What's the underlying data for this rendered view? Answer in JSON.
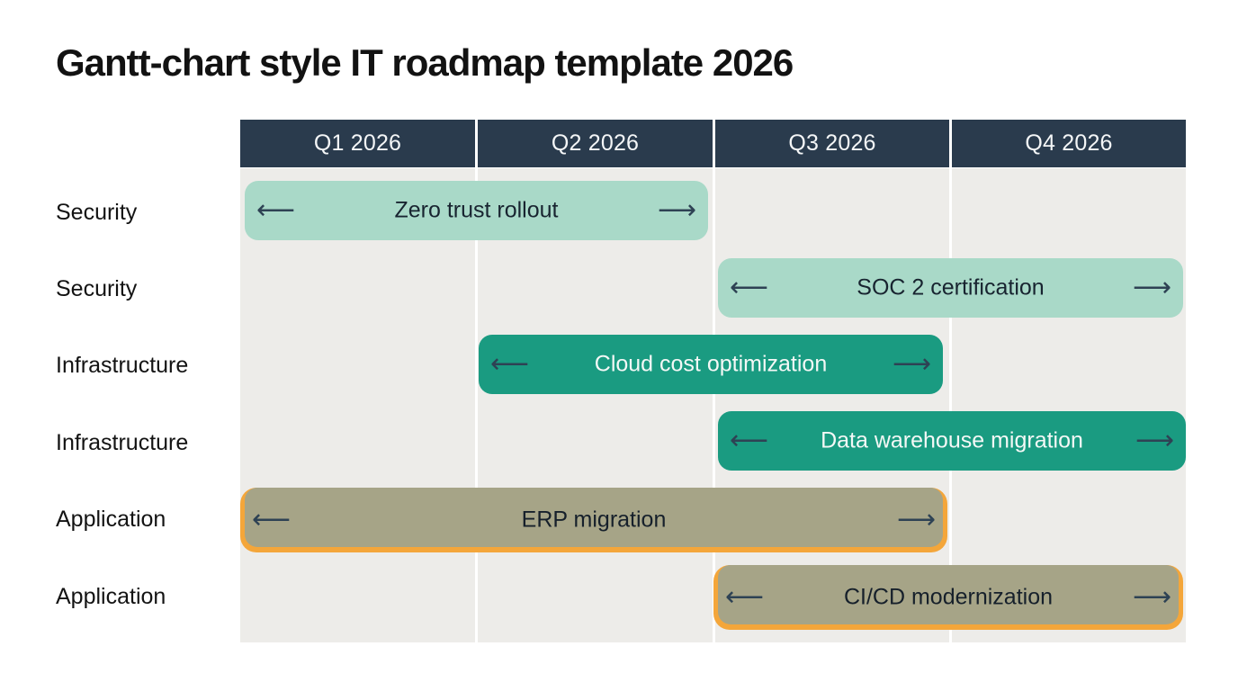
{
  "title": "Gantt-chart style IT roadmap template 2026",
  "icons": {
    "left_arrow": "⟵",
    "right_arrow": "⟶"
  },
  "colors": {
    "header_navy": "#2A3B4D",
    "mint_bar": "#A9D9C8",
    "teal_bar": "#1A9B81",
    "olive_bar": "#A6A487",
    "orange_outline": "#F4A63A",
    "column_background": "#EDECE9",
    "arrow": "#2E4254",
    "dark_text": "#131313",
    "light_text": "#F4F6F7"
  },
  "chart_data": {
    "type": "gantt",
    "title": "Gantt-chart style IT roadmap template 2026",
    "quarters": [
      "Q1 2026",
      "Q2 2026",
      "Q3 2026",
      "Q4 2026"
    ],
    "legend_position": "none",
    "grid": "quarter columns, light gray with white separators",
    "tasks": [
      {
        "category": "Security",
        "label": "Zero trust rollout",
        "start_quarter": "Q1 2026",
        "end_quarter": "Q2 2026",
        "style": "mint",
        "highlighted": false
      },
      {
        "category": "Security",
        "label": "SOC 2 certification",
        "start_quarter": "Q3 2026",
        "end_quarter": "Q4 2026",
        "style": "mint",
        "highlighted": false
      },
      {
        "category": "Infrastructure",
        "label": "Cloud cost optimization",
        "start_quarter": "Q2 2026",
        "end_quarter": "Q3 2026",
        "style": "teal",
        "highlighted": false
      },
      {
        "category": "Infrastructure",
        "label": "Data warehouse migration",
        "start_quarter": "Q3 2026",
        "end_quarter": "Q4 2026",
        "style": "teal",
        "highlighted": false
      },
      {
        "category": "Application",
        "label": "ERP migration",
        "start_quarter": "Q1 2026",
        "end_quarter": "Q3 2026",
        "style": "olive",
        "highlighted": true
      },
      {
        "category": "Application",
        "label": "CI/CD modernization",
        "start_quarter": "Q3 2026",
        "end_quarter": "Q4 2026",
        "style": "olive",
        "highlighted": true
      }
    ]
  }
}
